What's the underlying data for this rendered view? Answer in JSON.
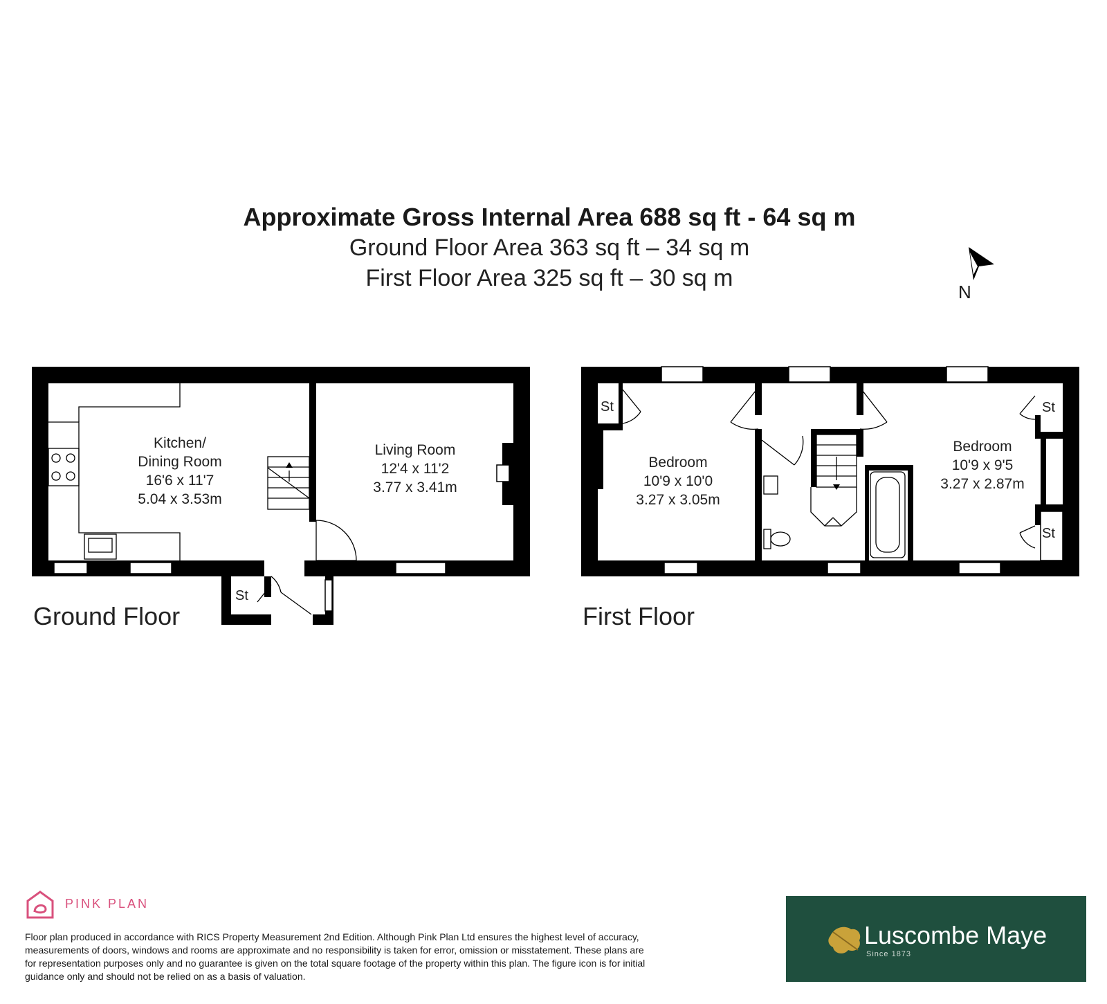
{
  "header": {
    "title": "Approximate Gross Internal Area 688 sq ft - 64 sq m",
    "ground_area": "Ground Floor Area 363 sq ft – 34 sq m",
    "first_area": "First Floor Area 325 sq ft – 30 sq m"
  },
  "compass": {
    "label": "N"
  },
  "ground_floor": {
    "label": "Ground Floor",
    "kitchen": {
      "name1": "Kitchen/",
      "name2": "Dining Room",
      "imperial": "16'6 x 11'7",
      "metric": "5.04 x 3.53m"
    },
    "living": {
      "name": "Living Room",
      "imperial": "12'4 x 11'2",
      "metric": "3.77 x 3.41m"
    },
    "store": "St"
  },
  "first_floor": {
    "label": "First Floor",
    "bedroom1": {
      "name": "Bedroom",
      "imperial": "10'9 x 10'0",
      "metric": "3.27 x 3.05m"
    },
    "bedroom2": {
      "name": "Bedroom",
      "imperial": "10'9 x 9'5",
      "metric": "3.27 x 2.87m"
    },
    "store1": "St",
    "store2": "St",
    "store3": "St"
  },
  "footer": {
    "brand": "PINK PLAN",
    "disclaimer": "Floor plan produced in accordance with RICS Property Measurement 2nd Edition. Although Pink Plan Ltd ensures the highest level of accuracy, measurements of doors, windows and rooms are approximate and no responsibility is taken for error, omission or misstatement. These plans are for representation purposes only and no guarantee is given on the total square footage of the property within this plan. The figure icon is for initial guidance only and should not be relied on as a basis of valuation.",
    "agent": "Luscombe Maye",
    "agent_since": "Since 1873"
  },
  "colors": {
    "wall": "#000000",
    "pink_brand": "#d9517d",
    "agent_bg": "#1f4f3e",
    "leaf_gold": "#c9a23a"
  }
}
